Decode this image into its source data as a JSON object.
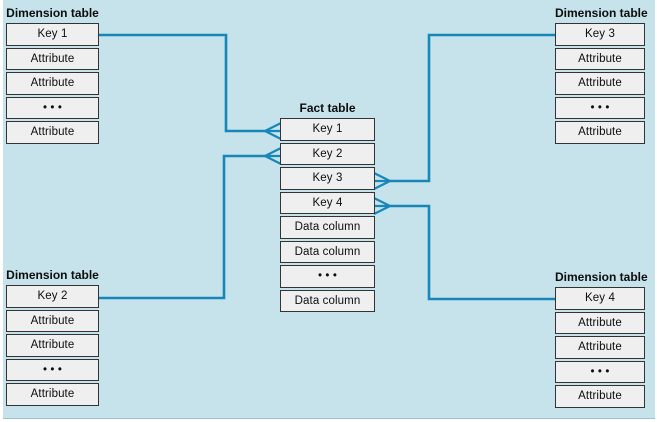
{
  "diagram": {
    "type": "star-schema-entity-relationship",
    "fact_table": {
      "title": "Fact table",
      "rows": [
        "Key 1",
        "Key 2",
        "Key 3",
        "Key 4",
        "Data column",
        "Data column",
        "• • •",
        "Data column"
      ]
    },
    "dimension_tables": {
      "top_left": {
        "title": "Dimension table",
        "rows": [
          "Key 1",
          "Attribute",
          "Attribute",
          "• • •",
          "Attribute"
        ]
      },
      "bottom_left": {
        "title": "Dimension table",
        "rows": [
          "Key 2",
          "Attribute",
          "Attribute",
          "• • •",
          "Attribute"
        ]
      },
      "top_right": {
        "title": "Dimension table",
        "rows": [
          "Key 3",
          "Attribute",
          "Attribute",
          "• • •",
          "Attribute"
        ]
      },
      "bottom_right": {
        "title": "Dimension table",
        "rows": [
          "Key 4",
          "Attribute",
          "Attribute",
          "• • •",
          "Attribute"
        ]
      }
    },
    "relationships": [
      {
        "from": "Dimension table (Key 1)",
        "to": "Fact table (Key 1)",
        "notation": "crows-foot, many at fact table"
      },
      {
        "from": "Dimension table (Key 2)",
        "to": "Fact table (Key 2)",
        "notation": "crows-foot, many at fact table"
      },
      {
        "from": "Dimension table (Key 3)",
        "to": "Fact table (Key 3)",
        "notation": "crows-foot, many at fact table"
      },
      {
        "from": "Dimension table (Key 4)",
        "to": "Fact table (Key 4)",
        "notation": "crows-foot, many at fact table"
      }
    ],
    "colors": {
      "background": "#c6e3eb",
      "line": "#1787b9",
      "cell_fill": "#efefef",
      "cell_border": "#333333",
      "text": "#0d0d0d"
    }
  }
}
